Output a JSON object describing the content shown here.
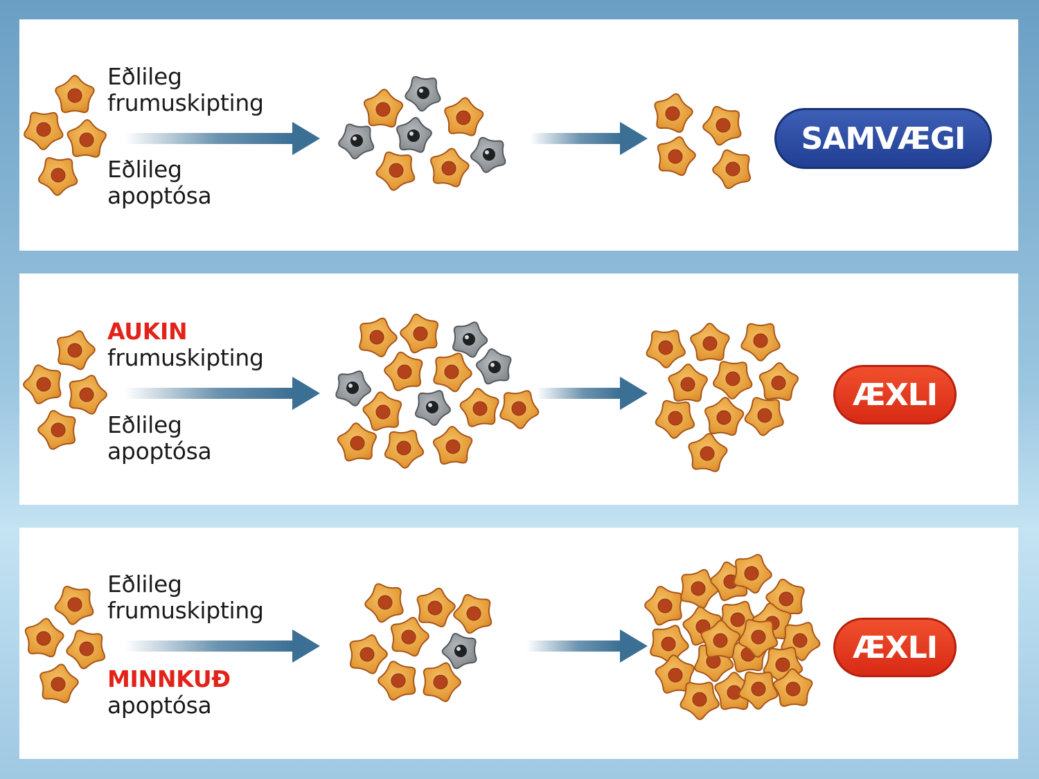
{
  "colors": {
    "cell_fill": "#e59b38",
    "cell_nucleus": "#b4431c",
    "dead_cell": "#8f9498",
    "arrow": "#3b6f94",
    "samvaegi_badge": "#2a479d",
    "aexli_badge": "#e23b1f",
    "emphasis_text": "#e2231a"
  },
  "rows": [
    {
      "division_prefix": "Eðlileg",
      "division_word": "frumuskipting",
      "apoptosis_prefix": "Eðlileg",
      "apoptosis_word": "apoptósa",
      "outcome": "SAMVÆGI"
    },
    {
      "division_prefix": "AUKIN",
      "division_word": "frumuskipting",
      "apoptosis_prefix": "Eðlileg",
      "apoptosis_word": "apoptósa",
      "outcome": "ÆXLI"
    },
    {
      "division_prefix": "Eðlileg",
      "division_word": "frumuskipting",
      "apoptosis_prefix": "MINNKUÐ",
      "apoptosis_word": "apoptósa",
      "outcome": "ÆXLI"
    }
  ]
}
